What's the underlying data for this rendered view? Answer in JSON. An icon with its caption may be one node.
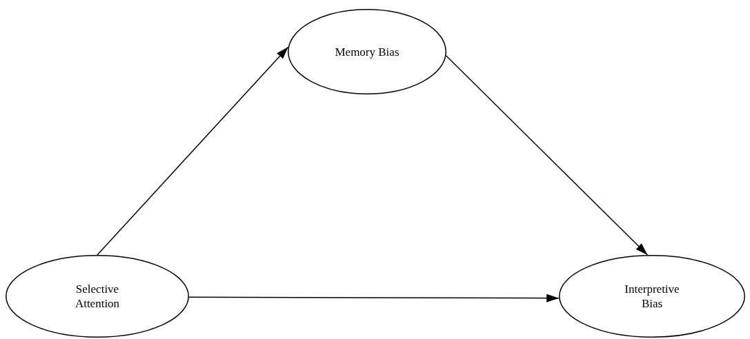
{
  "diagram": {
    "nodes": [
      {
        "text": [
          "Memory Bias"
        ]
      },
      {
        "text": [
          "Selective Attention"
        ]
      },
      {
        "text": [
          "Interpretive Bias"
        ]
      }
    ],
    "edges": [
      {
        "from": 1,
        "to": 0,
        "arrow": "to"
      },
      {
        "from": 0,
        "to": 2,
        "arrow": "to"
      },
      {
        "from": 1,
        "to": 2,
        "arrow": "to"
      }
    ]
  }
}
